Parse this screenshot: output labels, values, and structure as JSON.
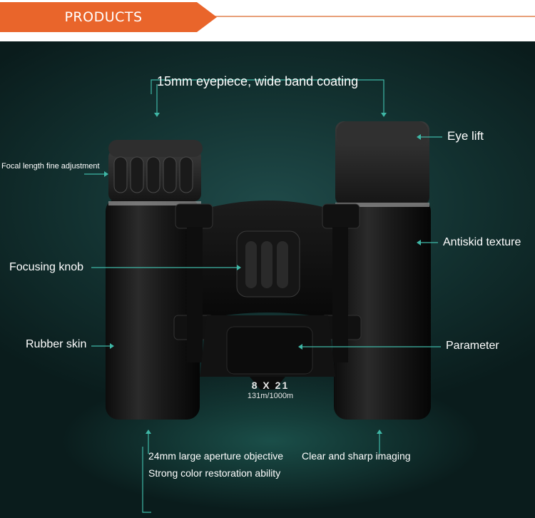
{
  "header": {
    "title": "PRODUCTS"
  },
  "callouts": {
    "eyepiece": "15mm eyepiece, wide band coating",
    "eye_lift": "Eye lift",
    "focal_adjust": "Focal length fine adjustment",
    "antiskid": "Antiskid texture",
    "focusing_knob": "Focusing knob",
    "rubber_skin": "Rubber skin",
    "parameter": "Parameter",
    "aperture": "24mm large aperture objective",
    "sharp_imaging": "Clear and sharp imaging",
    "color_restore": "Strong color restoration ability"
  },
  "product": {
    "magnification": "8 X 21",
    "field_of_view": "131m/1000m"
  },
  "colors": {
    "accent": "#e9652b",
    "callout_line": "#3fb7a6",
    "background": "#12302f"
  }
}
